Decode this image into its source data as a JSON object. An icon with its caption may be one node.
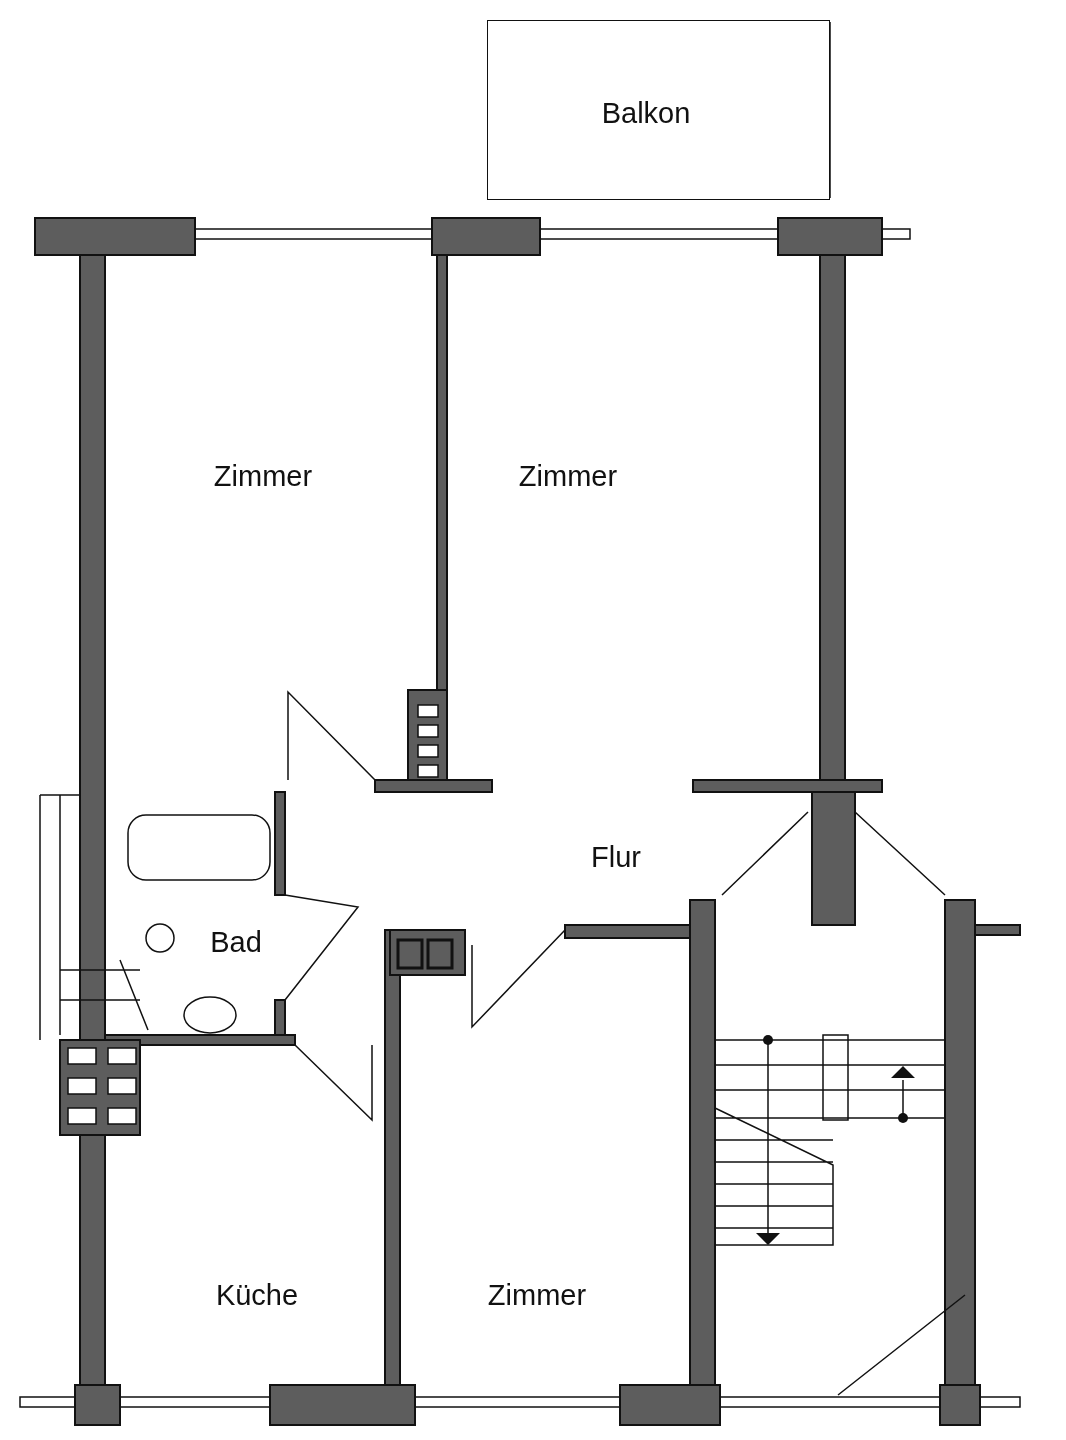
{
  "diagram": {
    "nodes": [
      {
        "text": [
          "Balkon"
        ]
      },
      {
        "text": [
          "Zimmer"
        ]
      },
      {
        "text": [
          "Zimmer"
        ]
      },
      {
        "text": [
          "Flur"
        ]
      },
      {
        "text": [
          "Bad"
        ]
      },
      {
        "text": [
          "Küche"
        ]
      },
      {
        "text": [
          "Zimmer"
        ]
      }
    ]
  }
}
